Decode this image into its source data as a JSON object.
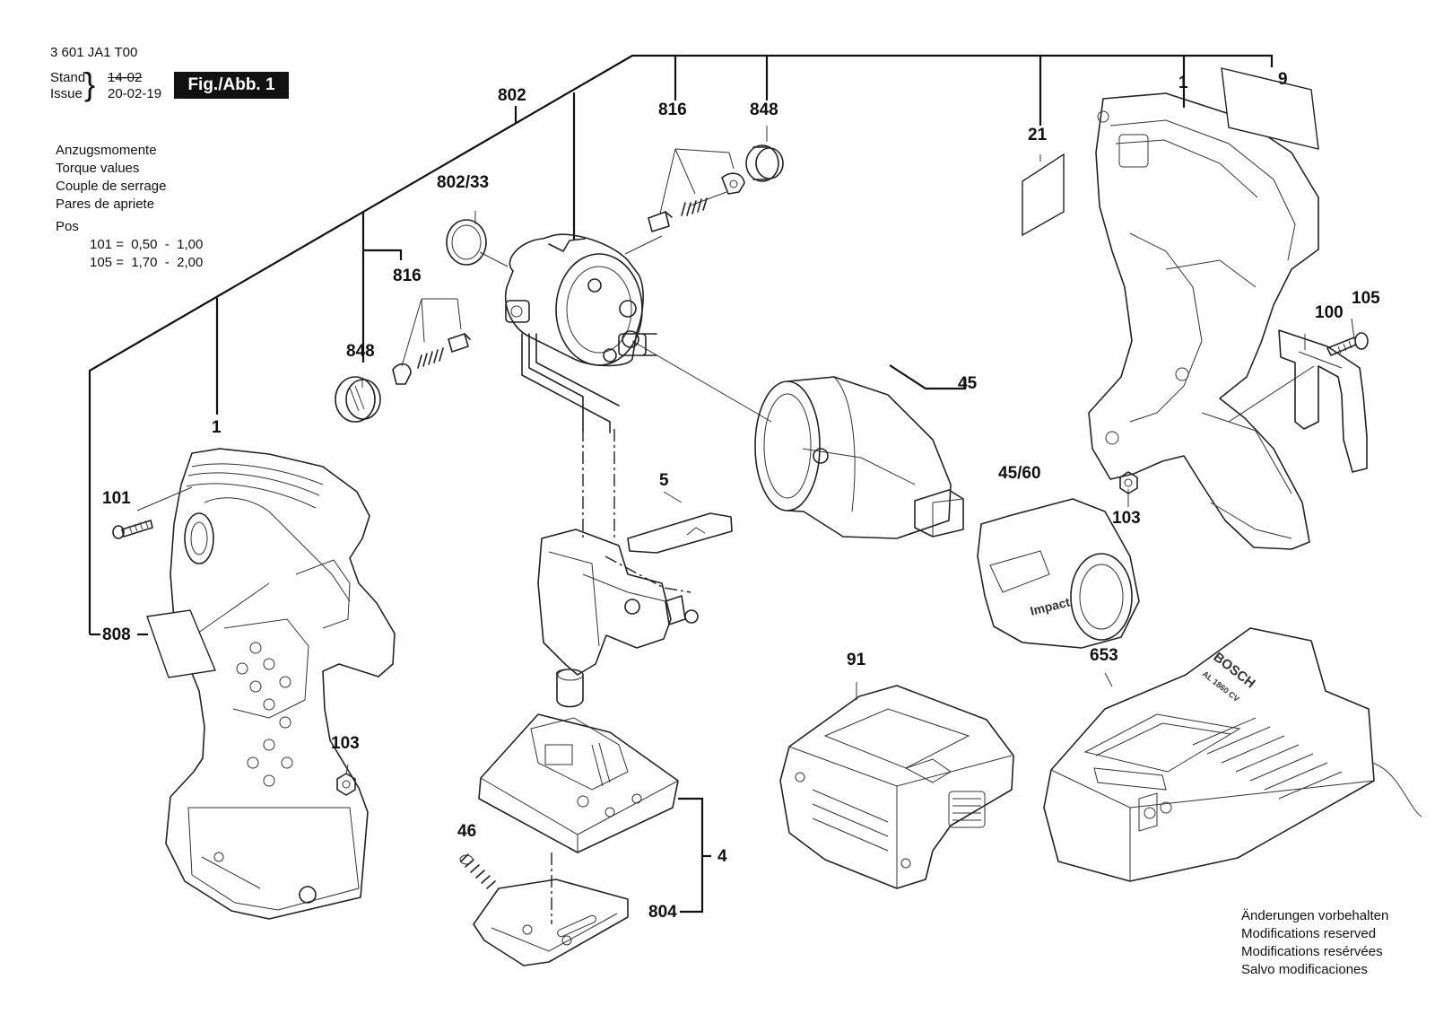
{
  "header": {
    "doc_number": "3 601 JA1 T00",
    "stand_label": "Stand",
    "issue_label": "Issue",
    "stand_date": "14-02",
    "issue_date": "20-02-19",
    "fig_label": "Fig./Abb. 1"
  },
  "torque": {
    "titles": [
      "Anzugsmomente",
      "Torque values",
      "Couple de serrage",
      "Pares de apriete"
    ],
    "pos_label": "Pos",
    "rows": [
      "101 =  0,50  -  1,00",
      "105 =  1,70  -  2,00"
    ]
  },
  "notes": [
    "Änderungen vorbehalten",
    "Modifications reserved",
    "Modifications resérvées",
    "Salvo modificaciones"
  ],
  "callouts": [
    "802",
    "816",
    "848",
    "802/33",
    "816",
    "848",
    "1",
    "101",
    "808",
    "103",
    "5",
    "46",
    "804",
    "4",
    "45",
    "45/60",
    "91",
    "653",
    "21",
    "1",
    "9",
    "100",
    "105",
    "103"
  ],
  "embossed": {
    "brand": "BOSCH",
    "charger_model": "AL 1860 CV",
    "cover_text": "Impact"
  },
  "colors": {
    "ink": "#111111",
    "line": "#222222",
    "paper": "#ffffff"
  }
}
